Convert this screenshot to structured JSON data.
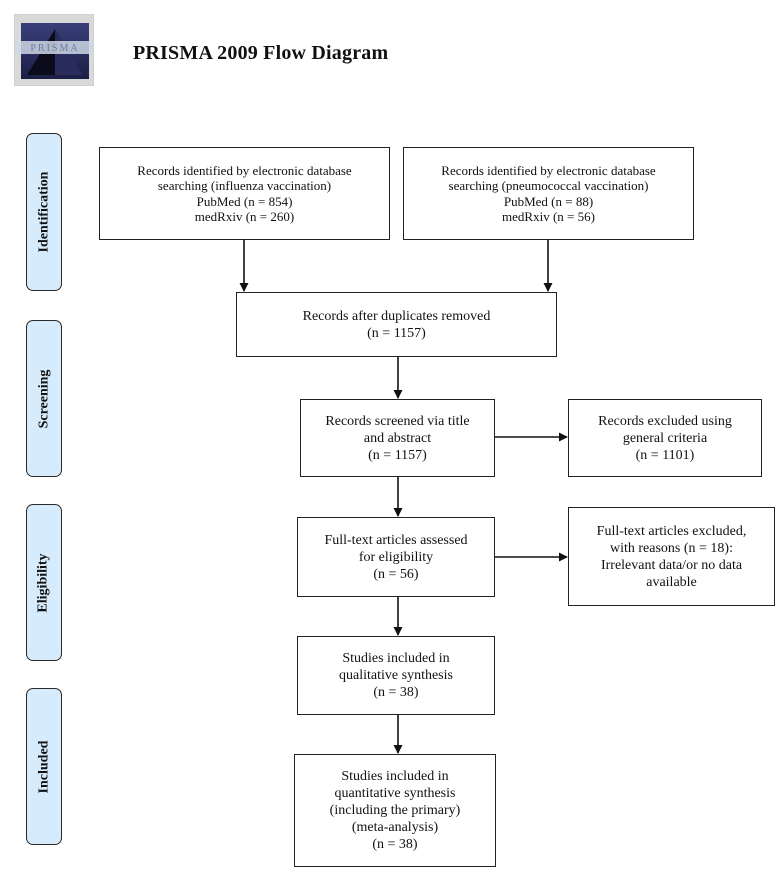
{
  "header": {
    "logo_text": "PRISMA",
    "title": "PRISMA 2009 Flow Diagram"
  },
  "phases": {
    "identification": "Identification",
    "screening": "Screening",
    "eligibility": "Eligibility",
    "included": "Included"
  },
  "boxes": {
    "influenza": [
      "Records identified by electronic database",
      "searching (influenza vaccination)",
      "PubMed (n = 854)",
      "medRxiv (n = 260)"
    ],
    "pneumococcal": [
      "Records identified by electronic database",
      "searching (pneumococcal vaccination)",
      "PubMed (n = 88)",
      "medRxiv (n = 56)"
    ],
    "duplicates_removed": [
      "Records after duplicates removed",
      "(n = 1157)"
    ],
    "screened": [
      "Records screened via title",
      "and abstract",
      "(n = 1157)"
    ],
    "excluded_general": [
      "Records excluded using",
      "general criteria",
      "(n = 1101)"
    ],
    "fulltext_assessed": [
      "Full-text articles assessed",
      "for eligibility",
      "(n = 56)"
    ],
    "fulltext_excluded": [
      "Full-text articles excluded,",
      "with reasons (n = 18):",
      "Irrelevant data/or no data",
      "available"
    ],
    "qualitative": [
      "Studies included in",
      "qualitative synthesis",
      "(n = 38)"
    ],
    "quantitative": [
      "Studies included in",
      "quantitative synthesis",
      "(including the primary)",
      "(meta-analysis)",
      "(n = 38)"
    ]
  }
}
